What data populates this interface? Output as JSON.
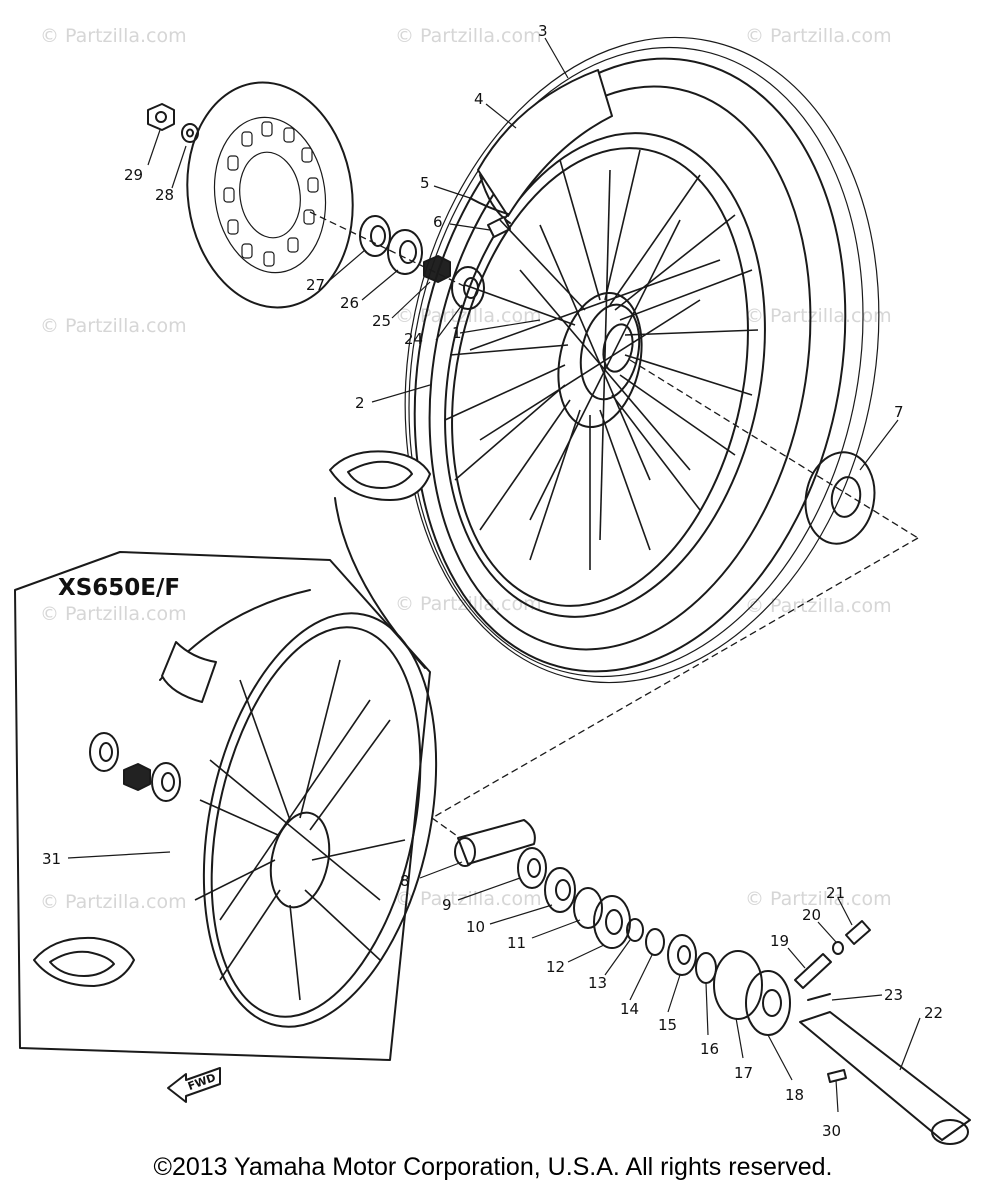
{
  "watermark": "© Partzilla.com",
  "variant_label": "XS650E/F",
  "fwd_label": "FWD",
  "copyright": "©2013  Yamaha Motor Corporation, U.S.A. All rights reserved.",
  "callouts": [
    "1",
    "2",
    "3",
    "4",
    "5",
    "6",
    "7",
    "8",
    "9",
    "10",
    "11",
    "12",
    "13",
    "14",
    "15",
    "16",
    "17",
    "18",
    "19",
    "20",
    "21",
    "22",
    "23",
    "24",
    "25",
    "26",
    "27",
    "28",
    "29",
    "30",
    "31"
  ]
}
